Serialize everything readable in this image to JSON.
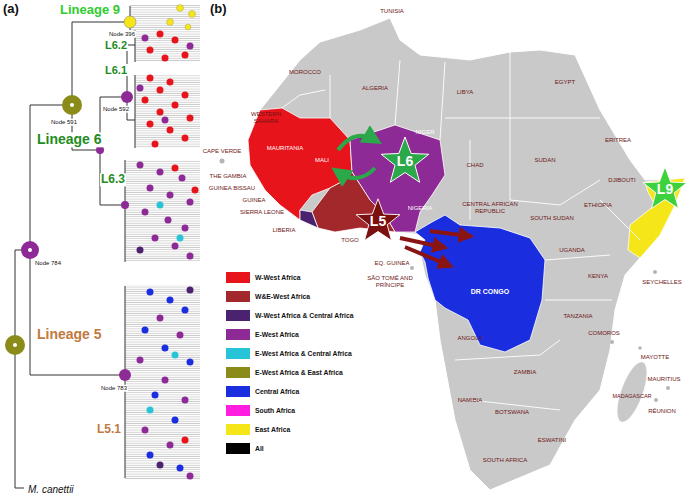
{
  "diagram": {
    "nodes": [
      {
        "text": [
          "L6"
        ]
      },
      {
        "text": [
          "L5"
        ]
      },
      {
        "text": [
          "L9"
        ]
      }
    ],
    "labels": [
      "(a)",
      "Lineage 9",
      "Node 396",
      "L6.2",
      "L6.1",
      "Node 592",
      "Node 591",
      "Lineage 6",
      "L6.3",
      "Node 784",
      "Lineage 5",
      "Node 783",
      "L5.1",
      "M. canettii",
      "(b)",
      "TUNISIA",
      "MOROCCO",
      "ALGERIA",
      "LIBYA",
      "EGYPT",
      "WESTERN SAHARA",
      "MAURITANIA",
      "MALI",
      "NIGER",
      "CHAD",
      "SUDAN",
      "ERITREA",
      "DJIBOUTI",
      "CAPE VERDE",
      "THE GAMBIA",
      "GUINEA BISSAU",
      "GUINEA",
      "SIERRA LEONE",
      "LIBERIA",
      "TOGO",
      "NIGERIA",
      "CENTRAL AFRICAN REPUBLIC",
      "SOUTH SUDAN",
      "ETHIOPIA",
      "EQ. GUINEA",
      "SÃO TOMÉ AND PRÍNCIPE",
      "DR CONGO",
      "UGANDA",
      "KENYA",
      "TANZANIA",
      "ANGOLA",
      "ZAMBIA",
      "NAMIBIA",
      "BOTSWANA",
      "ESWATINI",
      "SOUTH AFRICA",
      "MADAGASCAR",
      "SEYCHELLES",
      "COMOROS",
      "MAYOTTE",
      "MAURITIUS",
      "RÉUNION"
    ],
    "legend": [
      {
        "text": "W-West Africa",
        "color": "#e8141c"
      },
      {
        "text": "W&E-West Africa",
        "color": "#a3282c"
      },
      {
        "text": "W-West Africa & Central Africa",
        "color": "#4a2270"
      },
      {
        "text": "E-West Africa",
        "color": "#8e2a96"
      },
      {
        "text": "E-West Africa & Central Africa",
        "color": "#27c4d8"
      },
      {
        "text": "E-West Africa & East Africa",
        "color": "#8b8b1a"
      },
      {
        "text": "Central Africa",
        "color": "#1a2ee0"
      },
      {
        "text": "South Africa",
        "color": "#ff1ee0"
      },
      {
        "text": "East Africa",
        "color": "#f5e61a"
      },
      {
        "text": "All",
        "color": "#000000"
      }
    ]
  }
}
